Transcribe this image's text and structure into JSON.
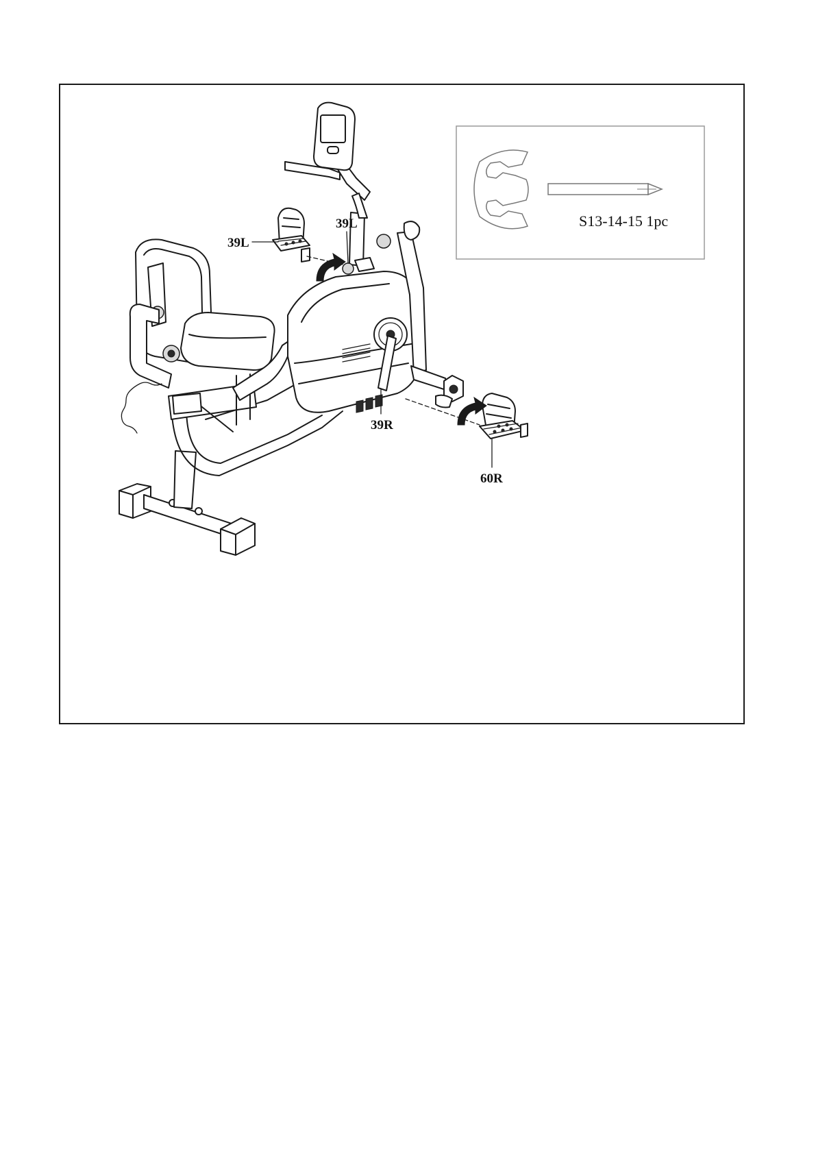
{
  "labels": {
    "pedal_left_part": "39L",
    "crank_left": "39L",
    "crank_right": "39R",
    "pedal_right_part": "60R"
  },
  "tool": {
    "label": "S13-14-15 1pc"
  },
  "colors": {
    "line": "#1a1a1a",
    "background": "#ffffff",
    "tool_border": "#9a9a9a"
  }
}
